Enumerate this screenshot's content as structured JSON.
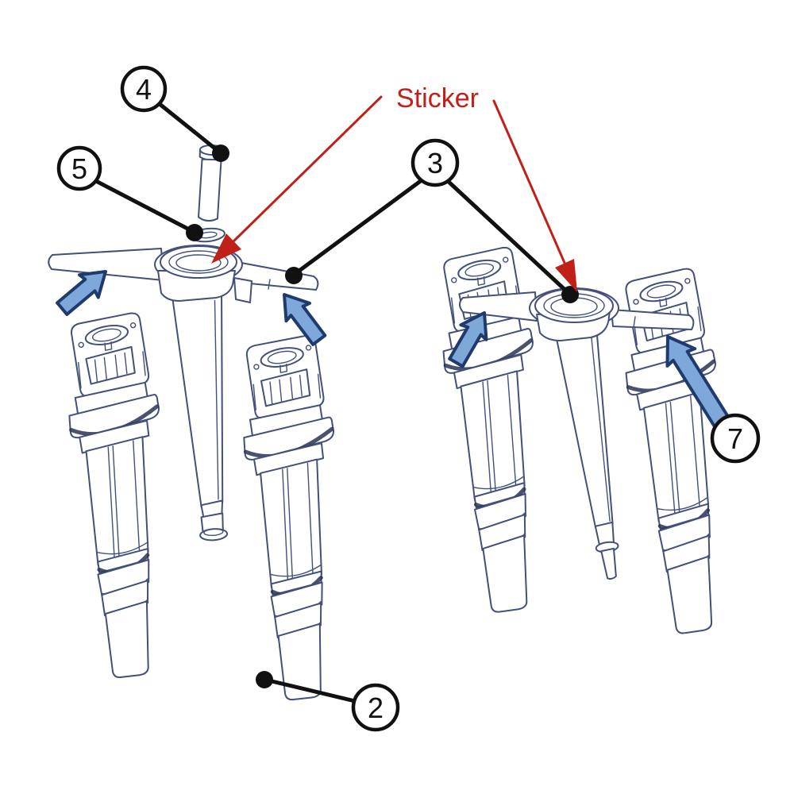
{
  "figure": {
    "kind": "exploded-assembly-line-diagram",
    "background": "#ffffff"
  },
  "colors": {
    "ink": "#42507a",
    "ink_dark": "#2a3454",
    "black": "#111111",
    "red": "#c02018",
    "arrow_fill": "#7ea7da",
    "arrow_edge": "#1f3b6d"
  },
  "annotations": {
    "sticker_label": "Sticker",
    "callouts": [
      {
        "id": "4"
      },
      {
        "id": "5"
      },
      {
        "id": "3"
      },
      {
        "id": "7"
      },
      {
        "id": "2"
      }
    ]
  }
}
